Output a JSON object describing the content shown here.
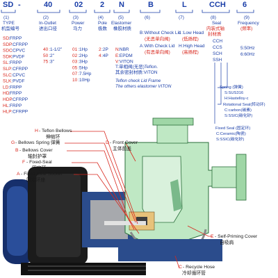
{
  "code_heading": [
    "SD",
    "40",
    "02",
    "2",
    "N",
    "B",
    "L",
    "CCH",
    "6"
  ],
  "columns": [
    {
      "num": "(1)",
      "title_en": "TYPE",
      "title_cn": "机型编号",
      "items": [
        {
          "code": "SD",
          "label": ":FRPP"
        },
        {
          "code": "SDP",
          "label": ":CFRPP"
        },
        {
          "code": "SDC",
          "label": ":CPVC"
        },
        {
          "code": "SDK",
          "label": ":PVDF"
        },
        {
          "code": "SL",
          "label": ":FRPP"
        },
        {
          "code": "SLP",
          "label": ":CFRPP"
        },
        {
          "code": "SLC",
          "label": ":CPVC"
        },
        {
          "code": "SLK",
          "label": ":PVDF"
        },
        {
          "code": "LD",
          "label": ":FRPP"
        },
        {
          "code": "HD",
          "label": ":FRPP"
        },
        {
          "code": "HDP",
          "label": ":CFRPP"
        },
        {
          "code": "HL",
          "label": ":FRPP"
        },
        {
          "code": "HLP",
          "label": ":CFRPP"
        }
      ]
    },
    {
      "num": "(2)",
      "title_en": "In-Outlet",
      "title_cn": "进出口径",
      "items": [
        {
          "code": "40",
          "label": ":1-1/2\""
        },
        {
          "code": "50",
          "label": ":2\""
        },
        {
          "code": "75",
          "label": ":3\""
        }
      ]
    },
    {
      "num": "(3)",
      "title_en": "Power",
      "title_cn": "马力",
      "items": [
        {
          "code": "01",
          "label": ":1Hp"
        },
        {
          "code": "02",
          "label": ":2Hp"
        },
        {
          "code": "03",
          "label": ":3Hp"
        },
        {
          "code": "05",
          "label": ":5Hp"
        },
        {
          "code": "07",
          "label": ":7.5Hp"
        },
        {
          "code": "10",
          "label": ":10Hp"
        }
      ]
    },
    {
      "num": "(4)",
      "title_en": "Pole",
      "title_cn": "极数",
      "items": [
        {
          "code": "2",
          "label": ":2P"
        },
        {
          "code": "4",
          "label": ":4P"
        }
      ]
    },
    {
      "num": "(5)",
      "title_en": "Elastomer",
      "title_cn": "橡胶材质",
      "items": [
        {
          "code": "N",
          "label": ":NBR"
        },
        {
          "code": "E",
          "label": ":EPDM"
        },
        {
          "code": "V",
          "label": ":VITON"
        }
      ]
    }
  ],
  "elastomer_notes": [
    "T:单相阀(无恶)Teflon.",
    "其余密封材质:VITON"
  ],
  "teflon_note": [
    "Teflon check Lid Frame",
    "The others elastomer VITON"
  ],
  "lid_options": {
    "num": "(6)",
    "items": [
      {
        "code": "B",
        "en": ":Without Check Lid",
        "cn": "(无恶单向阀)"
      },
      {
        "code": "A",
        "en": ":With Check Lid",
        "cn": "(有恶单向阀)"
      }
    ]
  },
  "head_options": {
    "num": "(7)",
    "items": [
      {
        "code": "L",
        "en": ":Low Head",
        "cn": "(低扬程)"
      },
      {
        "code": "H",
        "en": ":High Head",
        "cn": "(高扬程)"
      }
    ]
  },
  "seal_column": {
    "num": "(8)",
    "title_en": "Seal",
    "title_cn": [
      "内装式轴",
      "封材质"
    ],
    "items": [
      "CCH",
      "CCS",
      "SCH",
      "SSH"
    ]
  },
  "frequency": {
    "num": "(9)",
    "title_en": "Frequency",
    "title_cn": "(频率)",
    "items": [
      "5:50Hz",
      "6:60Hz"
    ]
  },
  "spring_legend": [
    "Spring (弹簧)",
    "S:SUS316",
    "H:Hastelloy-c"
  ],
  "rotational_legend": [
    "Rotational Seal(转动环)",
    "C:carbon(碳素)",
    "S:SSIC(碳化矽)"
  ],
  "fixed_legend": [
    "Fixed Seal (固定环)",
    "C:Ceramic(陶瓷)",
    "S:SSIC(碳化矽)"
  ],
  "callouts_left": [
    {
      "letter": "H",
      "en": "- Teflon Bellows",
      "cn": "伸缩环"
    },
    {
      "letter": "G",
      "en": "- Bellows Spring 弹簧",
      "cn": ""
    },
    {
      "letter": "B",
      "en": "- Bellows Cover",
      "cn": "轴封护罩"
    },
    {
      "letter": "F",
      "en": "- Fixed-Seal",
      "cn": "固定环"
    },
    {
      "letter": "A",
      "en": "- Fixed-Seal Socket",
      "cn": "固定环座"
    }
  ],
  "callout_front": {
    "letter": "D",
    "en": "- Front Cover",
    "cn": "主体前盖"
  },
  "callout_self": {
    "letter": "E",
    "en": "- Self-Priming Cover",
    "cn": "自吸肩"
  },
  "callout_hose": {
    "letter": "C",
    "en": "- Recycle Hose",
    "cn": "冷却循环管"
  },
  "colors": {
    "blue": "#1a3ea8",
    "red": "#d8261c",
    "pump_green": "#bfe8c4",
    "dark_blue": "#1c4a86",
    "motor_black": "#1b1b1b"
  }
}
